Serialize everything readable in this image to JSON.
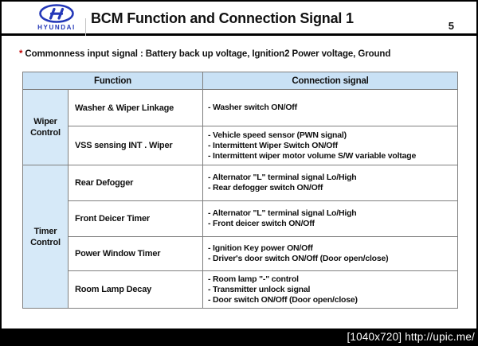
{
  "header": {
    "brand": "HYUNDAI",
    "title": "BCM Function and Connection Signal 1",
    "page_number": "5"
  },
  "note": {
    "marker": "*",
    "text": "Commonness input signal : Battery back up voltage, Ignition2 Power voltage, Ground"
  },
  "table": {
    "columns": {
      "function": "Function",
      "connection": "Connection signal"
    },
    "groups": [
      {
        "label": "Wiper Control",
        "rows": [
          {
            "function": "Washer & Wiper Linkage",
            "signals": [
              "- Washer switch ON/Off"
            ]
          },
          {
            "function": "VSS sensing INT . Wiper",
            "signals": [
              "- Vehicle speed sensor (PWN signal)",
              "- Intermittent Wiper Switch ON/Off",
              "- Intermittent wiper motor volume S/W variable voltage"
            ]
          }
        ]
      },
      {
        "label": "Timer Control",
        "rows": [
          {
            "function": "Rear Defogger",
            "signals": [
              "- Alternator \"L\" terminal signal Lo/High",
              "- Rear defogger switch ON/Off"
            ]
          },
          {
            "function": "Front Deicer Timer",
            "signals": [
              "- Alternator \"L\" terminal signal Lo/High",
              "- Front deicer switch ON/Off"
            ]
          },
          {
            "function": "Power Window Timer",
            "signals": [
              "- Ignition Key power ON/Off",
              "- Driver's door switch ON/Off (Door open/close)"
            ]
          },
          {
            "function": "Room Lamp Decay",
            "signals": [
              "- Room lamp \"-\" control",
              "- Transmitter unlock signal",
              "- Door switch ON/Off (Door open/close)"
            ]
          }
        ]
      }
    ]
  },
  "watermark": "[1040x720] http://upic.me/",
  "colors": {
    "accent_blue": "#2438b8",
    "table_header_bg": "#c9e1f5",
    "group_cell_bg": "#d6e9f8",
    "note_marker_red": "#c00000"
  }
}
